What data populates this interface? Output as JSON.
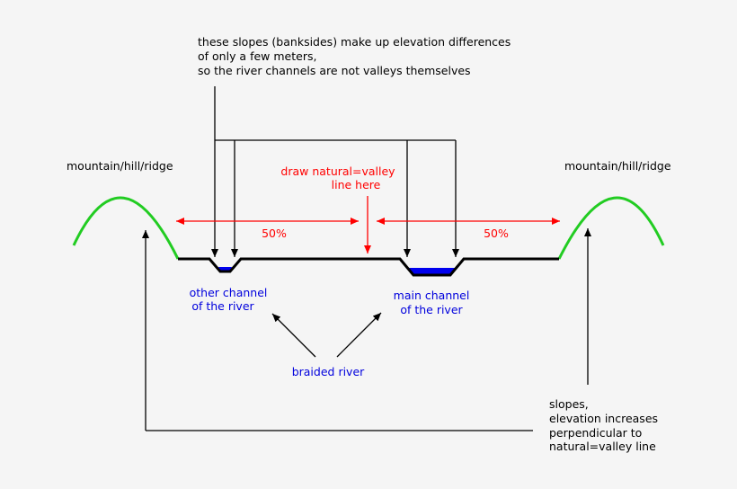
{
  "top_note": [
    "these slopes (banksides) make up elevation differences",
    "of only a few meters,",
    "so the river channels are not valleys themselves"
  ],
  "mountain_left_label": "mountain/hill/ridge",
  "mountain_right_label": "mountain/hill/ridge",
  "valley_line_note": [
    "draw natural=valley",
    "line here"
  ],
  "left_percent": "50%",
  "right_percent": "50%",
  "other_channel_label": [
    "other channel",
    "of the river"
  ],
  "main_channel_label": [
    "main channel",
    "of the river"
  ],
  "braided_river_label": "braided river",
  "slopes_note": [
    "slopes,",
    "elevation increases",
    "perpendicular to",
    "natural=valley line"
  ],
  "colors": {
    "mountain": "#22cc22",
    "water": "#0000ee",
    "annotation_red": "#ff0000",
    "label_blue": "#0000dd",
    "line": "#000000",
    "background": "#f5f5f5"
  }
}
